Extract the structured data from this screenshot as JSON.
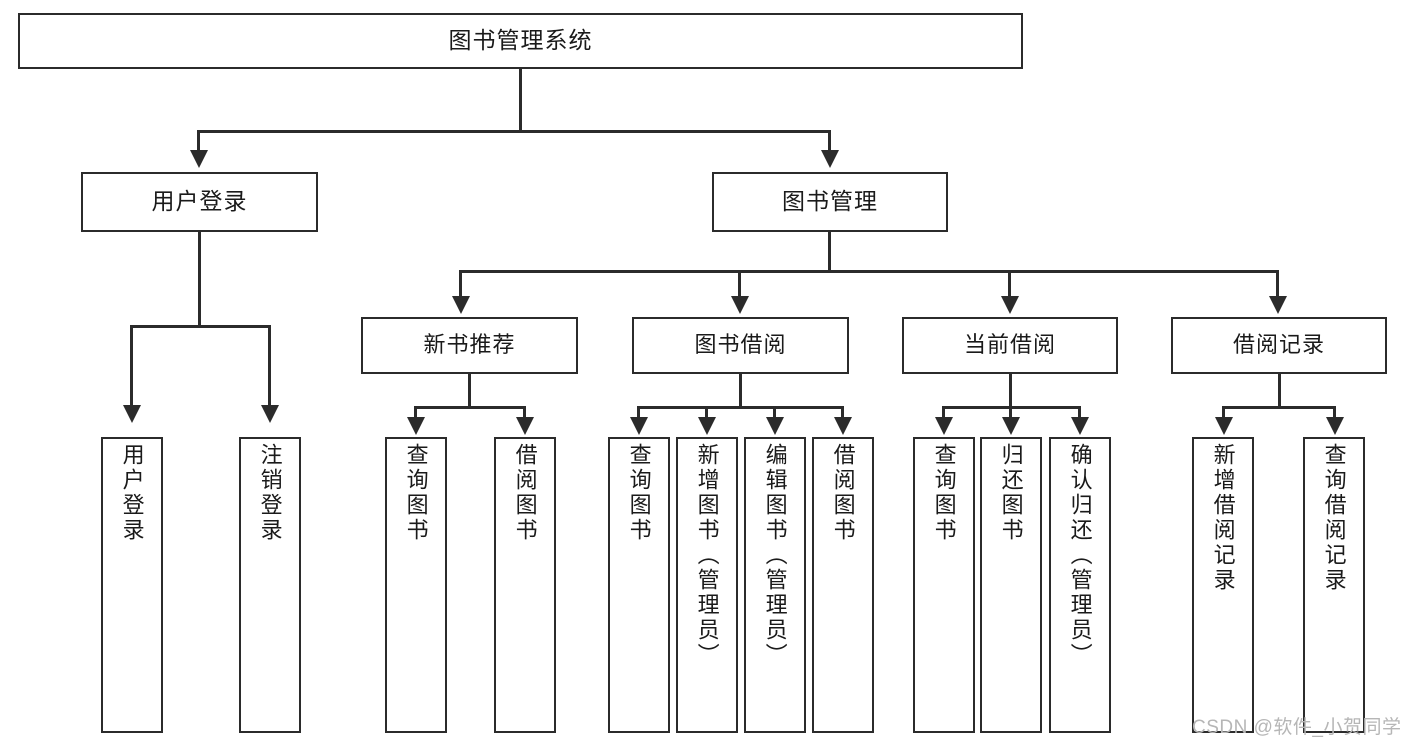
{
  "diagram": {
    "title_box": {
      "label": "图书管理系统"
    },
    "level2": [
      {
        "id": "user-login",
        "label": "用户登录"
      },
      {
        "id": "book-management",
        "label": "图书管理"
      }
    ],
    "level3": [
      {
        "id": "new-book-recommend",
        "label": "新书推荐"
      },
      {
        "id": "book-borrow",
        "label": "图书借阅"
      },
      {
        "id": "current-borrow",
        "label": "当前借阅"
      },
      {
        "id": "borrow-record",
        "label": "借阅记录"
      }
    ],
    "leaves": {
      "user_login": [
        {
          "id": "leaf-user-login",
          "label": "用户登录"
        },
        {
          "id": "leaf-logout-login",
          "label": "注销登录"
        }
      ],
      "new_book_recommend": [
        {
          "id": "leaf-query-book-1",
          "label": "查询图书"
        },
        {
          "id": "leaf-borrow-book-1",
          "label": "借阅图书"
        }
      ],
      "book_borrow": [
        {
          "id": "leaf-query-book-2",
          "label": "查询图书"
        },
        {
          "id": "leaf-add-book",
          "label": "新增图书（管理员）"
        },
        {
          "id": "leaf-edit-book",
          "label": "编辑图书（管理员）"
        },
        {
          "id": "leaf-borrow-book-2",
          "label": "借阅图书"
        }
      ],
      "current_borrow": [
        {
          "id": "leaf-query-book-3",
          "label": "查询图书"
        },
        {
          "id": "leaf-return-book",
          "label": "归还图书"
        },
        {
          "id": "leaf-confirm-return",
          "label": "确认归还（管理员）"
        }
      ],
      "borrow_record": [
        {
          "id": "leaf-add-record",
          "label": "新增借阅记录"
        },
        {
          "id": "leaf-query-record",
          "label": "查询借阅记录"
        }
      ]
    }
  },
  "watermark": {
    "text": "CSDN @软件_小贺同学"
  },
  "colors": {
    "box_border": "#2b2b2b",
    "text": "#1a1a1a",
    "background": "#ffffff",
    "watermark": "#b6b6b6"
  }
}
